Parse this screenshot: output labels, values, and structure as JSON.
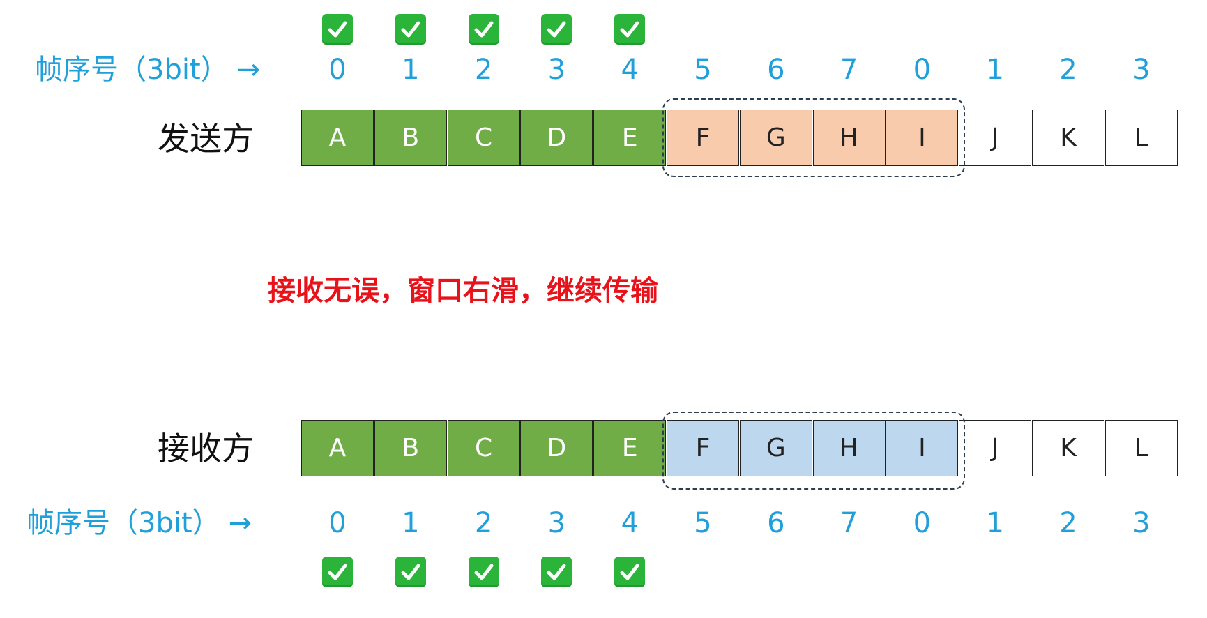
{
  "sequence_label": "帧序号（3bit）",
  "sequence_numbers": [
    "0",
    "1",
    "2",
    "3",
    "4",
    "5",
    "6",
    "7",
    "0",
    "1",
    "2",
    "3"
  ],
  "frames": [
    "A",
    "B",
    "C",
    "D",
    "E",
    "F",
    "G",
    "H",
    "I",
    "J",
    "K",
    "L"
  ],
  "sender_label": "发送方",
  "receiver_label": "接收方",
  "message": "接收无误，窗口右滑，继续传输",
  "confirmed_count": 5,
  "window": {
    "start_index": 5,
    "size": 4
  },
  "colors": {
    "acked": "#70ad47",
    "sender_window": "#f8cbad",
    "receiver_window": "#bdd7ee",
    "sequence_text": "#1fa0db",
    "message": "#e8121a",
    "check": "#2ab53a"
  },
  "icons": {
    "check": "check-mark-icon",
    "arrow": "right-arrow-icon"
  }
}
